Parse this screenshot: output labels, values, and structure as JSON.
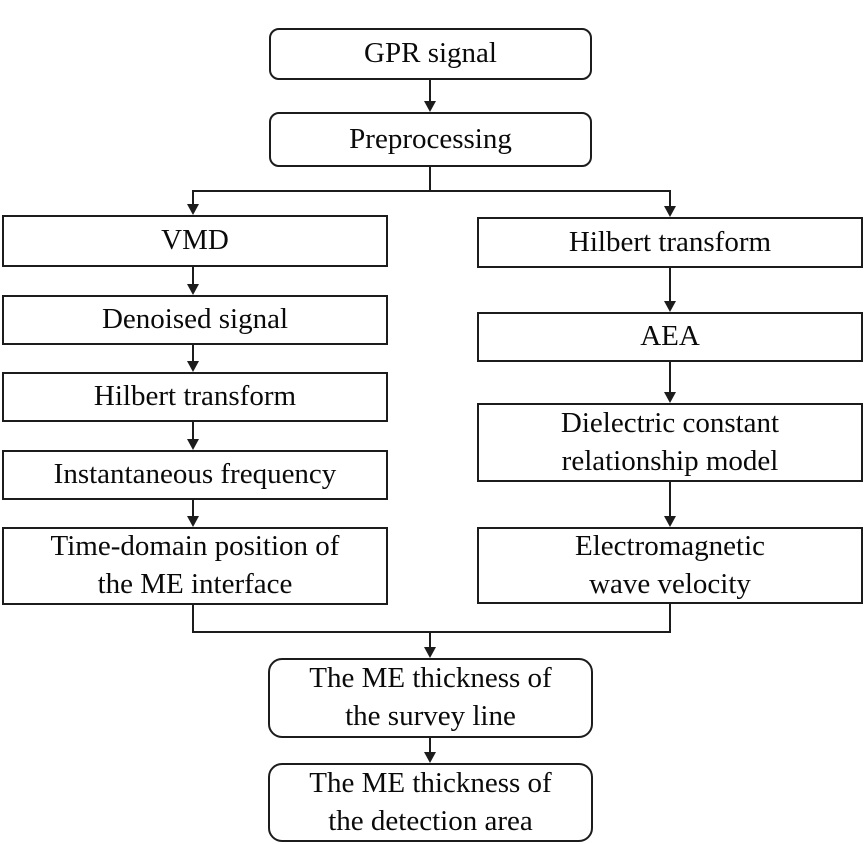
{
  "diagram": {
    "type": "flowchart",
    "colors": {
      "background": "#ffffff",
      "border": "#1c1c1c",
      "text": "#0a0a0a"
    },
    "nodes": {
      "gpr": {
        "label": "GPR signal",
        "shape": "rounded"
      },
      "preprocessing": {
        "label": "Preprocessing",
        "shape": "rounded"
      },
      "vmd": {
        "label": "VMD",
        "shape": "rect"
      },
      "denoised": {
        "label": "Denoised signal",
        "shape": "rect"
      },
      "hilbert_left": {
        "label": "Hilbert transform",
        "shape": "rect"
      },
      "inst_freq": {
        "label": "Instantaneous frequency",
        "shape": "rect"
      },
      "time_domain": {
        "label": "Time-domain position of\nthe ME interface",
        "shape": "rect"
      },
      "hilbert_right": {
        "label": "Hilbert transform",
        "shape": "rect"
      },
      "aea": {
        "label": "AEA",
        "shape": "rect"
      },
      "dielectric": {
        "label": "Dielectric constant\nrelationship model",
        "shape": "rect"
      },
      "em_velocity": {
        "label": "Electromagnetic\nwave velocity",
        "shape": "rect"
      },
      "survey": {
        "label": "The ME thickness of\nthe survey line",
        "shape": "rounded"
      },
      "detection": {
        "label": "The ME thickness of\nthe detection area",
        "shape": "rounded"
      }
    },
    "edges": [
      {
        "from": "gpr",
        "to": "preprocessing"
      },
      {
        "from": "preprocessing",
        "to": "vmd"
      },
      {
        "from": "preprocessing",
        "to": "hilbert_right"
      },
      {
        "from": "vmd",
        "to": "denoised"
      },
      {
        "from": "denoised",
        "to": "hilbert_left"
      },
      {
        "from": "hilbert_left",
        "to": "inst_freq"
      },
      {
        "from": "inst_freq",
        "to": "time_domain"
      },
      {
        "from": "hilbert_right",
        "to": "aea"
      },
      {
        "from": "aea",
        "to": "dielectric"
      },
      {
        "from": "dielectric",
        "to": "em_velocity"
      },
      {
        "from": "time_domain",
        "to": "survey"
      },
      {
        "from": "em_velocity",
        "to": "survey"
      },
      {
        "from": "survey",
        "to": "detection"
      }
    ]
  }
}
